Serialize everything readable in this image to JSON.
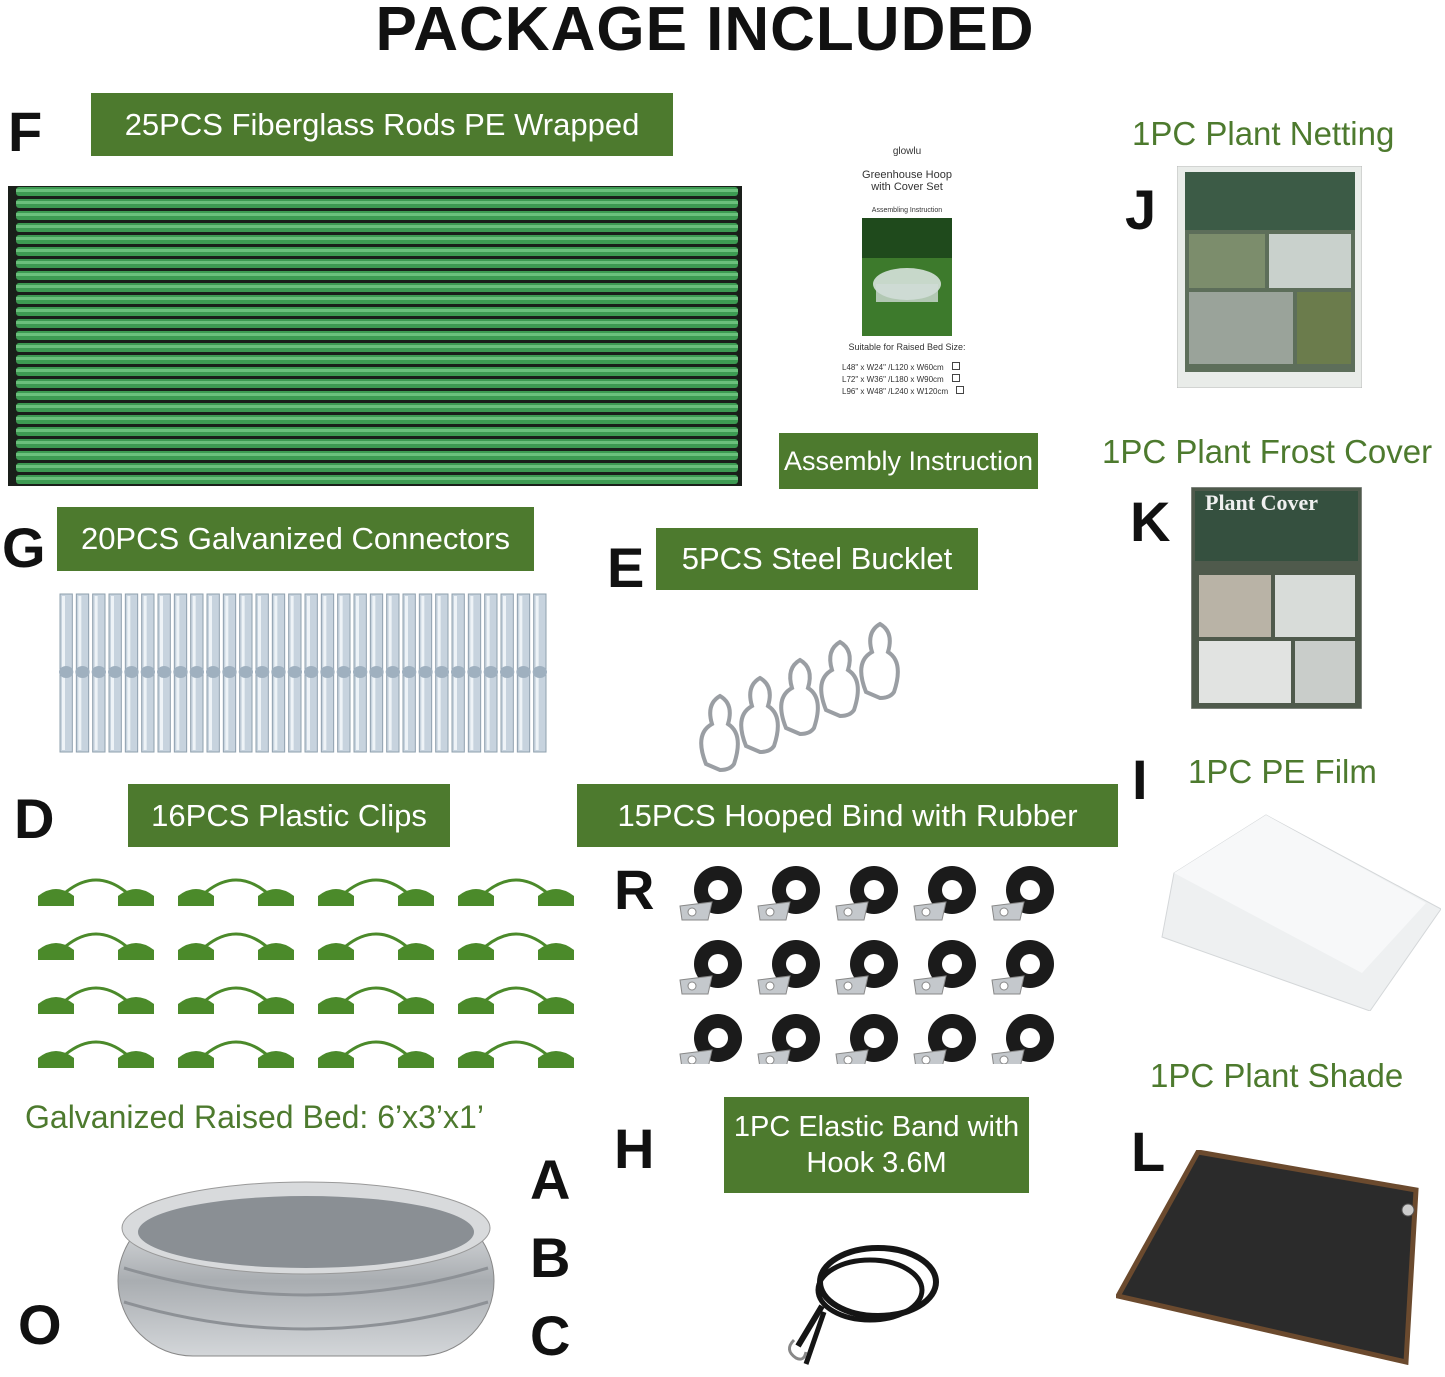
{
  "title": "PACKAGE INCLUDED",
  "letters": {
    "f": "F",
    "g": "G",
    "e": "E",
    "d": "D",
    "r": "R",
    "h": "H",
    "a": "A",
    "b": "B",
    "c": "C",
    "o": "O",
    "j": "J",
    "k": "K",
    "i": "I",
    "l": "L"
  },
  "labels": {
    "rods": "25PCS Fiberglass Rods PE Wrapped",
    "assembly": "Assembly Instruction",
    "connectors": "20PCS Galvanized Connectors",
    "bucklet": "5PCS Steel Bucklet",
    "clips": "16PCS Plastic Clips",
    "bind": "15PCS Hooped Bind with Rubber",
    "elastic_line1": "1PC Elastic Band with",
    "elastic_line2": "Hook 3.6M",
    "raised_bed": "Galvanized Raised Bed:  6’x3’x1’",
    "netting": "1PC Plant Netting",
    "frost": "1PC Plant Frost Cover",
    "pe_film": "1PC PE Film",
    "shade": "1PC Plant Shade"
  },
  "manual": {
    "brand": "glowlu",
    "title_line1": "Greenhouse Hoop",
    "title_line2": "with Cover Set",
    "subtitle": "Assembling Instruction",
    "suitable": "Suitable for Raised Bed Size:",
    "sizes": [
      "L48\" x W24\" /L120 x W60cm",
      "L72\" x W36\" /L180 x W90cm",
      "L96\" x W48\" /L240 x W120cm"
    ]
  },
  "frost_package_text": "Plant Cover",
  "colors": {
    "label_green": "#4d7a2e",
    "rod_green": "#3d9a52",
    "clip_green": "#4b8a2a"
  }
}
